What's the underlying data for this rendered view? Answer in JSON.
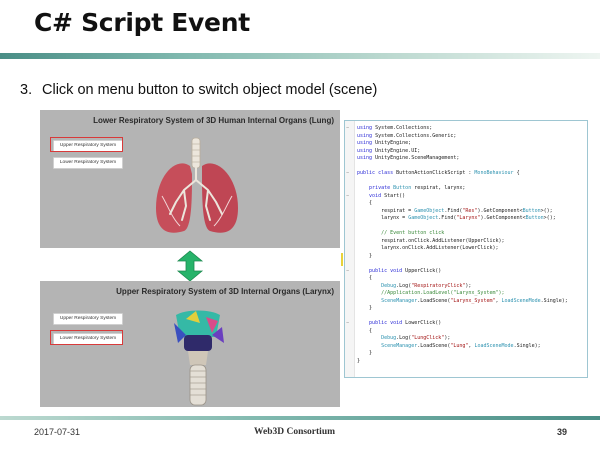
{
  "slide": {
    "title": "C# Script Event",
    "step_number": "3.",
    "step_text": "Click on menu button to switch object model (scene)"
  },
  "panels": {
    "top": {
      "title": "Lower Respiratory System of 3D Human Internal Organs (Lung)",
      "buttons": [
        "Upper Respiratory System",
        "Lower Respiratory System"
      ],
      "highlighted_button": "Upper Respiratory System"
    },
    "bottom": {
      "title": "Upper Respiratory System of 3D Internal Organs (Larynx)",
      "buttons": [
        "Upper Respiratory System",
        "Lower Respiratory System"
      ],
      "highlighted_button": "Lower Respiratory System"
    }
  },
  "code": {
    "lines": [
      "using System.Collections;",
      "using System.Collections.Generic;",
      "using UnityEngine;",
      "using UnityEngine.UI;",
      "using UnityEngine.SceneManagement;",
      "",
      "public class ButtonActionClickScript : MonoBehaviour {",
      "",
      "    private Button respirat, larynx;",
      "    void Start()",
      "    {",
      "        respirat = GameObject.Find(\"Res\").GetComponent<Button>();",
      "        larynx = GameObject.Find(\"Larynx\").GetComponent<Button>();",
      "",
      "        // Event button click",
      "        respirat.onClick.AddListener(UpperClick);",
      "        larynx.onClick.AddListener(LowerClick);",
      "    }",
      "",
      "    public void UpperClick()",
      "    {",
      "        Debug.Log(\"RespiratoryClick\");",
      "        //Application.LoadLevel(\"Larynx_System\");",
      "        SceneManager.LoadScene(\"Larynx_System\", LoadSceneMode.Single);",
      "    }",
      "",
      "    public void LowerClick()",
      "    {",
      "        Debug.Log(\"LungClick\");",
      "        SceneManager.LoadScene(\"Lung\", LoadSceneMode.Single);",
      "    }",
      "}"
    ]
  },
  "footer": {
    "date": "2017-07-31",
    "organization": "Web3D Consortium",
    "page_number": "39"
  },
  "colors": {
    "accent": "#4a8e86",
    "arrow": "#27b36a",
    "highlight": "#d83a3a",
    "panel_bg": "#b4b4b4",
    "keyword": "#2b2bd6",
    "type": "#2b91af",
    "string": "#a31515",
    "comment": "#3a8a3a"
  },
  "icons": {
    "arrow": "double-headed-vertical-arrow-icon",
    "lung_model": "lung-3d-model",
    "larynx_model": "larynx-3d-model"
  }
}
